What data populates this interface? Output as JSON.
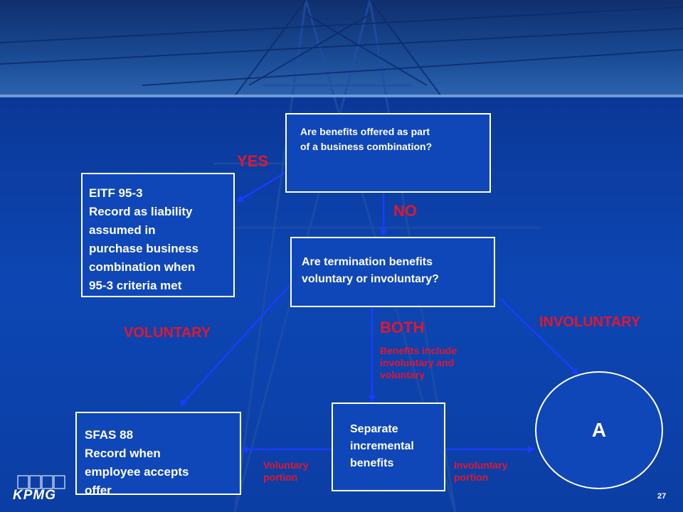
{
  "colors": {
    "label_red": "#e3162f",
    "box_fill": "#1047b8",
    "arrow_blue": "#1a3cff"
  },
  "boxes": {
    "q1": "Are benefits offered as part\nof a business combination?",
    "eitf": "EITF 95-3\nRecord as liability\nassumed in\npurchase business\ncombination when\n95-3 criteria met",
    "q2": "Are termination benefits\nvoluntary or involuntary?",
    "sfas": "SFAS 88\nRecord when\nemployee accepts\noffer",
    "separate": "Separate\nincremental\nbenefits",
    "circle": "A"
  },
  "labels": {
    "yes": "YES",
    "no": "NO",
    "voluntary": "VOLUNTARY",
    "both": "BOTH",
    "both_note": "Benefits include\ninvoluntary and\nvoluntary",
    "involuntary": "INVOLUNTARY",
    "voluntary_portion": "Voluntary\nportion",
    "involuntary_portion": "Involuntary\nportion"
  },
  "footer": {
    "logo": "KPMG",
    "page_number": "27"
  }
}
